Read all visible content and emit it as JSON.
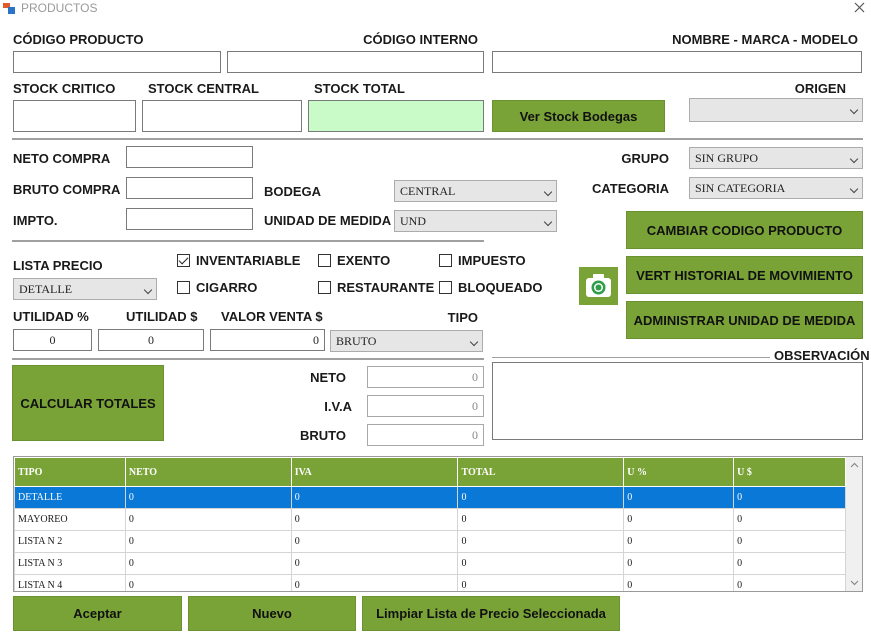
{
  "window": {
    "title": "PRODUCTOS"
  },
  "labels": {
    "codigo_producto": "CÓDIGO PRODUCTO",
    "codigo_interno": "CÓDIGO INTERNO",
    "nombre_marca_modelo": "NOMBRE - MARCA - MODELO",
    "stock_critico": "STOCK CRITICO",
    "stock_central": "STOCK CENTRAL",
    "stock_total": "STOCK TOTAL",
    "origen": "ORIGEN",
    "neto_compra": "NETO COMPRA",
    "bruto_compra": "BRUTO COMPRA",
    "impto": "IMPTO.",
    "bodega": "BODEGA",
    "unidad_medida": "UNIDAD DE MEDIDA",
    "grupo": "GRUPO",
    "categoria": "CATEGORIA",
    "lista_precio": "LISTA PRECIO",
    "utilidad_pct": "UTILIDAD %",
    "utilidad_monto": "UTILIDAD $",
    "valor_venta": "VALOR VENTA $",
    "tipo": "TIPO",
    "observacion": "OBSERVACIÓN",
    "neto": "NETO",
    "iva": "I.V.A",
    "bruto": "BRUTO"
  },
  "fields": {
    "bodega": "CENTRAL",
    "unidad_medida": "UND",
    "grupo": "SIN GRUPO",
    "categoria": "SIN CATEGORIA",
    "lista_precio": "DETALLE",
    "tipo": "BRUTO",
    "utilidad_pct": "0",
    "utilidad_monto": "0",
    "valor_venta": "0",
    "neto": "0",
    "iva": "0",
    "bruto": "0"
  },
  "checkboxes": {
    "inventariable": {
      "label": "INVENTARIABLE",
      "checked": true
    },
    "exento": {
      "label": "EXENTO",
      "checked": false
    },
    "impuesto": {
      "label": "IMPUESTO",
      "checked": false
    },
    "cigarro": {
      "label": "CIGARRO",
      "checked": false
    },
    "restaurante": {
      "label": "RESTAURANTE",
      "checked": false
    },
    "bloqueado": {
      "label": "BLOQUEADO",
      "checked": false
    }
  },
  "buttons": {
    "ver_stock": "Ver Stock Bodegas",
    "cambiar_codigo": "CAMBIAR CODIGO PRODUCTO",
    "historial": "VERT HISTORIAL DE MOVIMIENTO",
    "unidad_medida": "ADMINISTRAR UNIDAD DE MEDIDA",
    "calcular": "CALCULAR TOTALES",
    "aceptar": "Aceptar",
    "nuevo": "Nuevo",
    "limpiar": "Limpiar Lista de Precio Seleccionada"
  },
  "table": {
    "headers": [
      "TIPO",
      "NETO",
      "IVA",
      "TOTAL",
      "U %",
      "U $"
    ],
    "rows": [
      [
        "DETALLE",
        "0",
        "0",
        "0",
        "0",
        "0"
      ],
      [
        "MAYOREO",
        "0",
        "0",
        "0",
        "0",
        "0"
      ],
      [
        "LISTA N 2",
        "0",
        "0",
        "0",
        "0",
        "0"
      ],
      [
        "LISTA N 3",
        "0",
        "0",
        "0",
        "0",
        "0"
      ],
      [
        "LISTA N 4",
        "0",
        "0",
        "0",
        "0",
        "0"
      ]
    ],
    "selected_row": 0
  },
  "colors": {
    "accent": "#7aa337",
    "stock_total_bg": "#c8fbc8",
    "selection": "#0a78d7"
  }
}
